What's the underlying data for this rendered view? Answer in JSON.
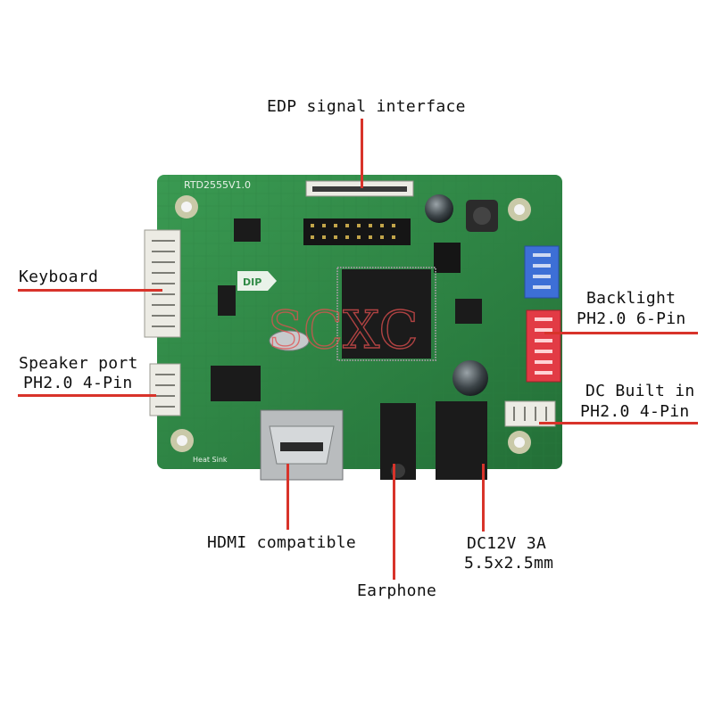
{
  "colors": {
    "callout_line": "#d8332a",
    "pcb_green": "#2f8a45",
    "pcb_dark": "#1e6a32",
    "chip": "#1b1b1b",
    "connector_white": "#ecebe4",
    "connector_blue": "#3d6fd6",
    "connector_red": "#e23b45",
    "metal": "#b9bcbe",
    "watermark": "#e25050"
  },
  "board": {
    "silkscreen_title": "RTD2555V1.0",
    "dip_marking": "DIP",
    "watermark": "SCXC",
    "silkscreen_bottom": "Heat Sink"
  },
  "labels": {
    "edp": "EDP signal interface",
    "keyboard": "Keyboard",
    "speaker_line1": "Speaker port",
    "speaker_line2": "PH2.0 4-Pin",
    "backlight_line1": "Backlight",
    "backlight_line2": "PH2.0 6-Pin",
    "dc_builtin_line1": "DC Built in",
    "dc_builtin_line2": "PH2.0 4-Pin",
    "hdmi": "HDMI compatible",
    "earphone": "Earphone",
    "dc_jack_line1": "DC12V 3A",
    "dc_jack_line2": "5.5x2.5mm"
  }
}
